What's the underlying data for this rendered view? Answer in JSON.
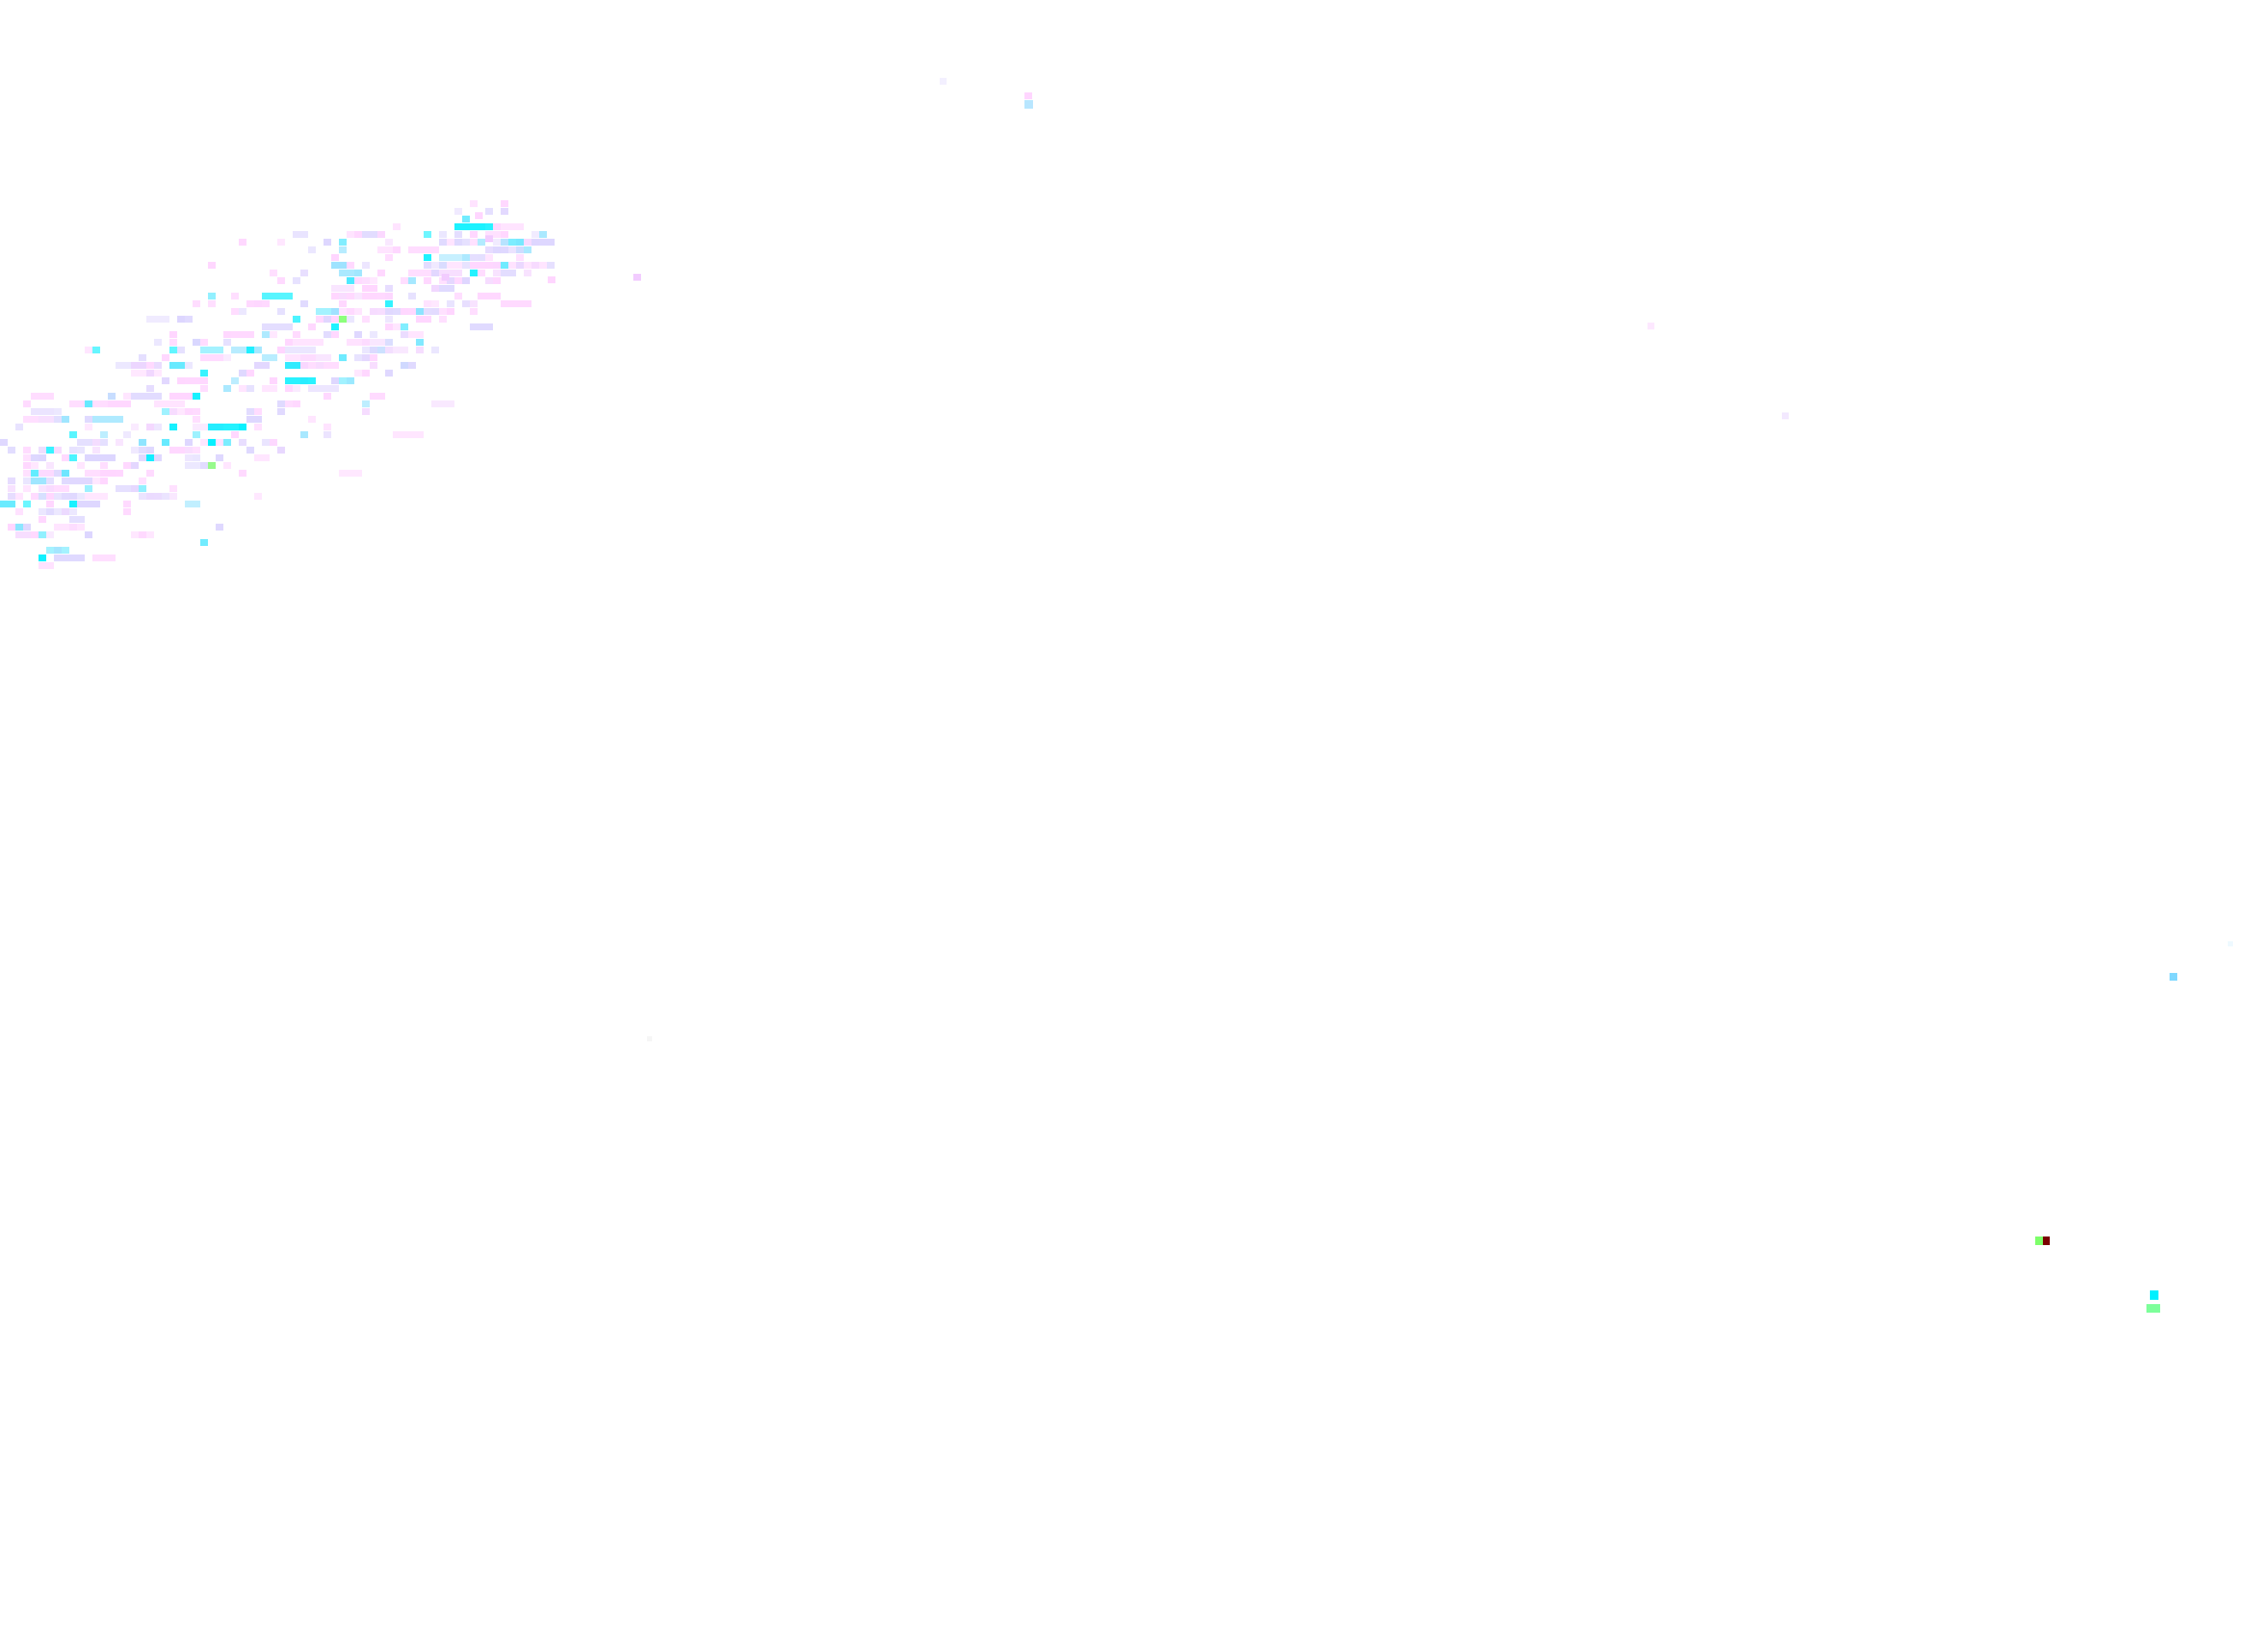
{
  "canvas": {
    "background": "#ffffff"
  },
  "palette": {
    "cyan": "#00f0ff",
    "light_cyan": "#7fe6ff",
    "pink": "#ffd6ff",
    "lavender": "#ddd6ff",
    "green": "#7dff6a",
    "dark_red": "#7a0000"
  },
  "marks": [
    {
      "name": "speckle-cluster",
      "description_colors": [
        "cyan",
        "light_cyan",
        "pink",
        "lavender",
        "green"
      ]
    },
    {
      "name": "top-center-dot",
      "color": "light_cyan"
    },
    {
      "name": "right-middle-dot",
      "color": "light_cyan"
    },
    {
      "name": "lower-right-marker",
      "colors": [
        "green",
        "dark_red"
      ]
    },
    {
      "name": "lower-right-dot-pair",
      "colors": [
        "cyan",
        "green"
      ]
    }
  ]
}
